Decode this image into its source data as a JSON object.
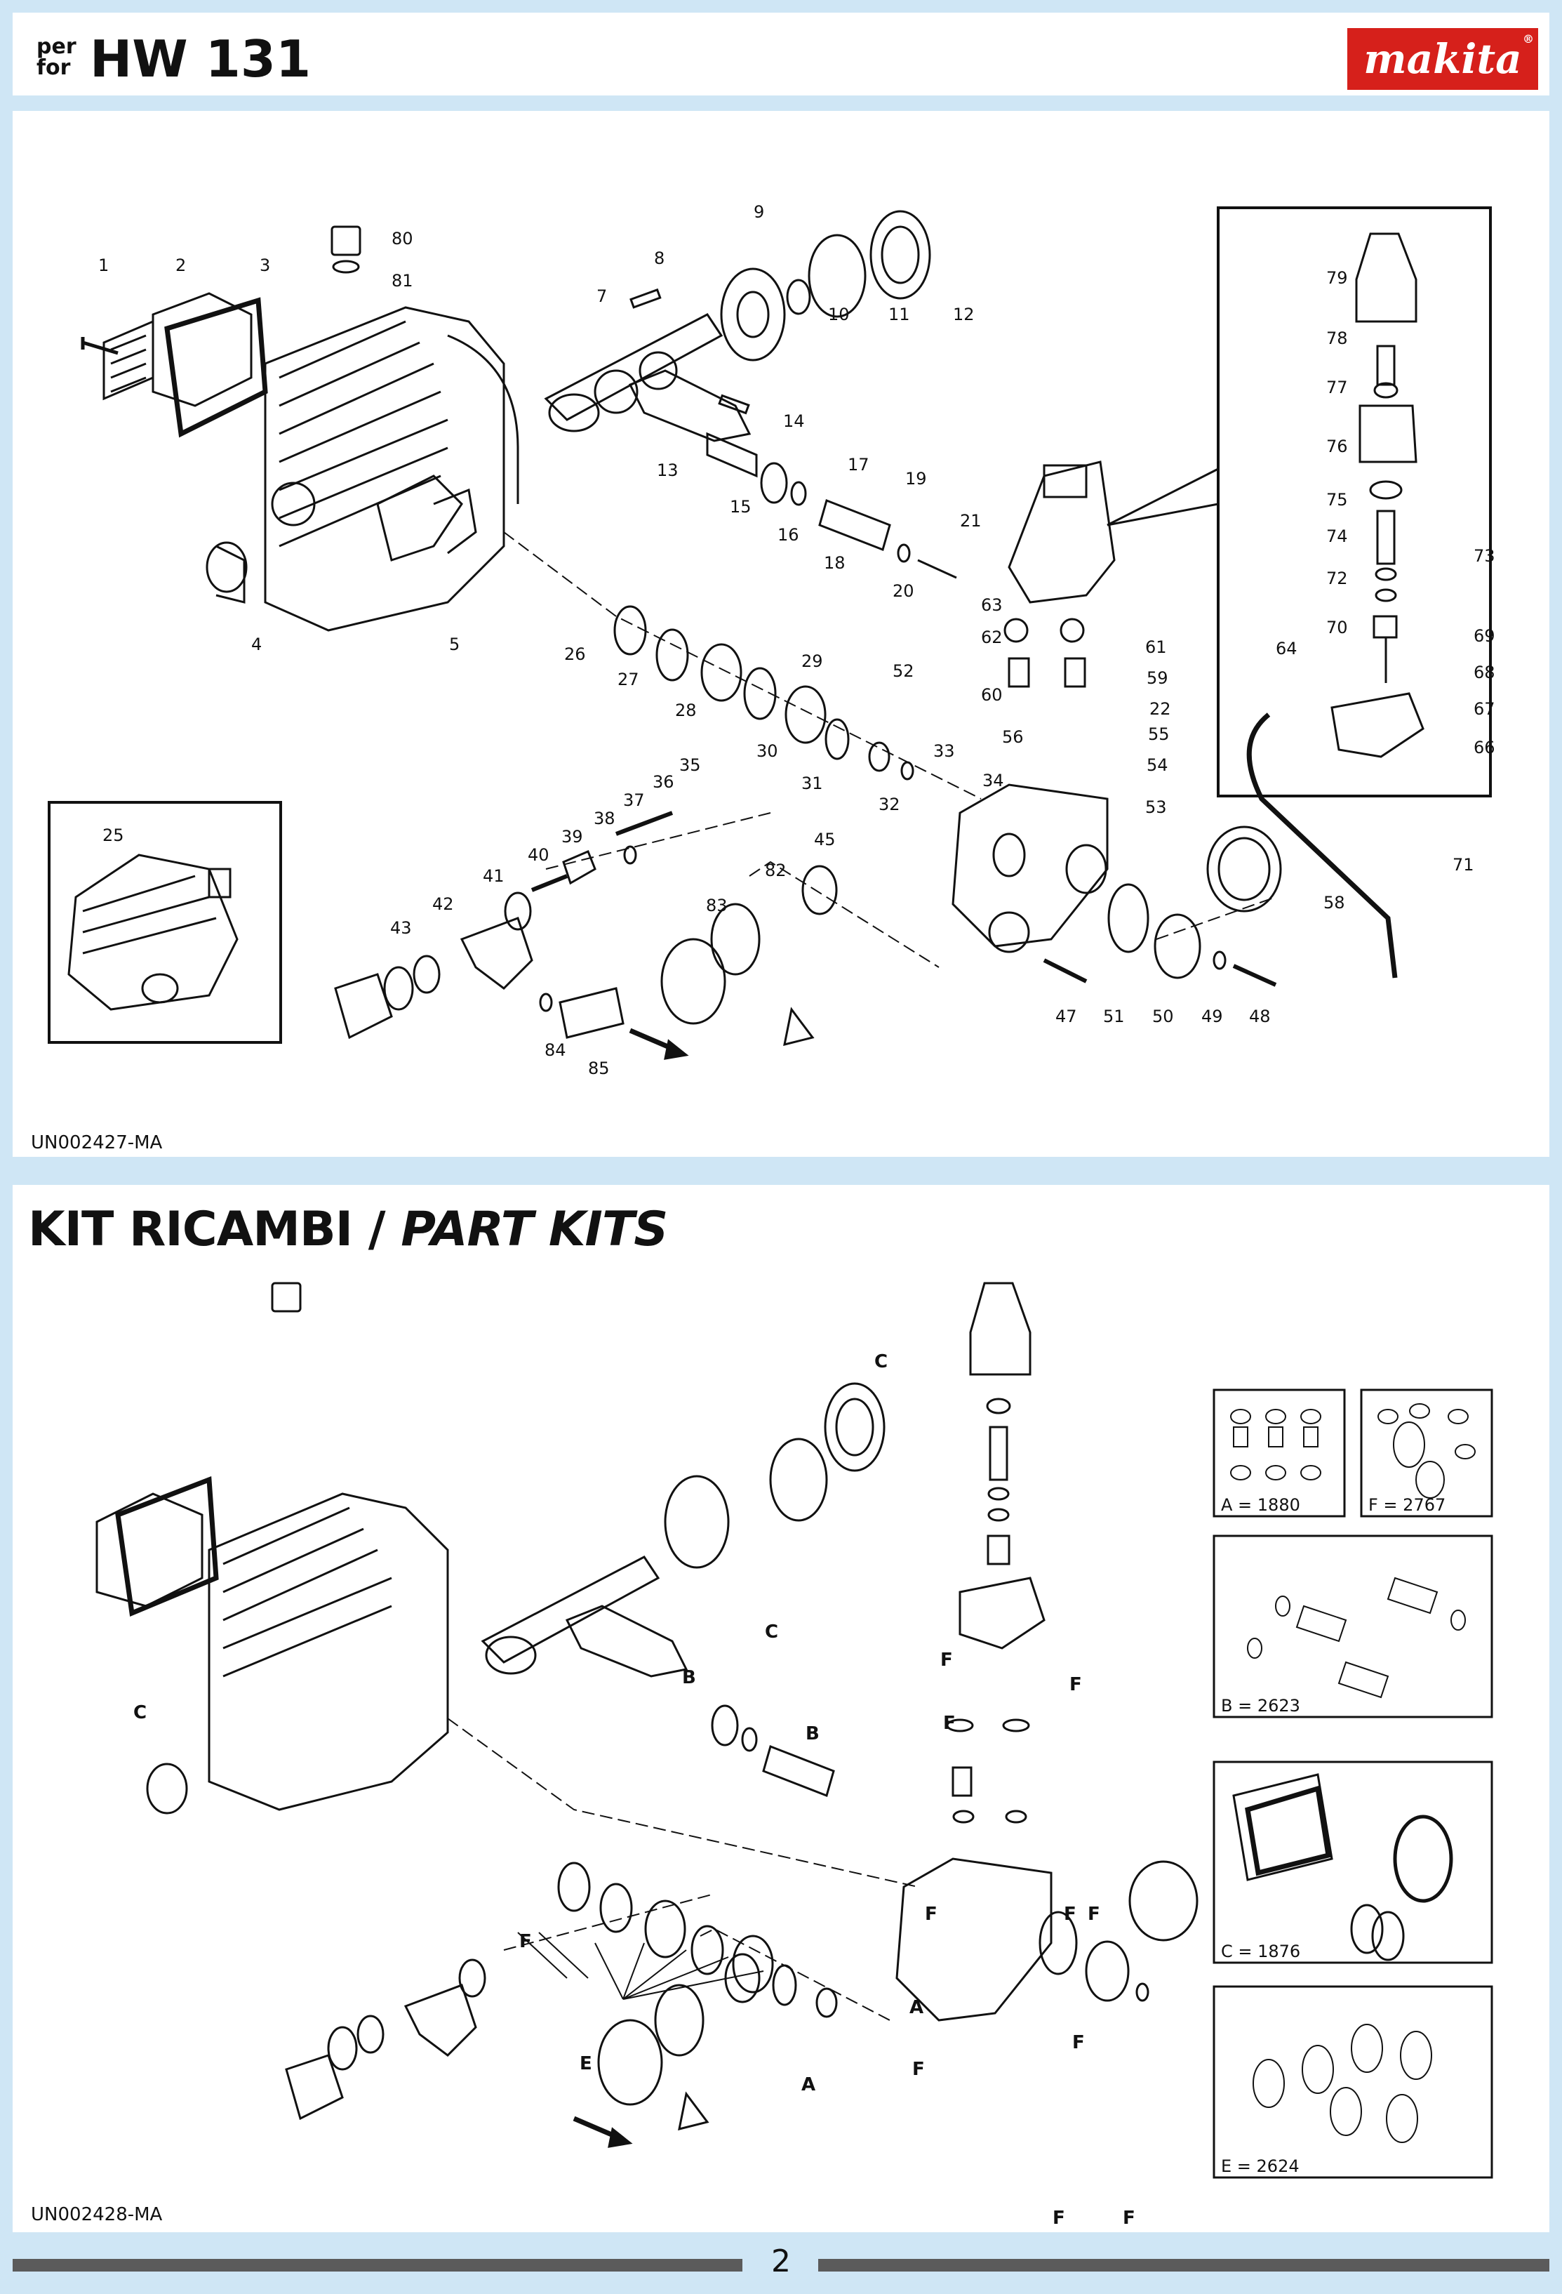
{
  "header": {
    "per": "per",
    "for": "for",
    "model": "HW 131",
    "brand": "makita"
  },
  "exploded_view": {
    "code": "UN002427-MA",
    "part_numbers": [
      "1",
      "2",
      "3",
      "4",
      "5",
      "7",
      "8",
      "9",
      "10",
      "11",
      "12",
      "13",
      "14",
      "15",
      "16",
      "17",
      "18",
      "19",
      "20",
      "21",
      "22",
      "25",
      "26",
      "27",
      "28",
      "29",
      "30",
      "31",
      "32",
      "33",
      "34",
      "35",
      "36",
      "37",
      "38",
      "39",
      "40",
      "41",
      "42",
      "43",
      "45",
      "47",
      "48",
      "49",
      "50",
      "51",
      "52",
      "53",
      "54",
      "55",
      "56",
      "58",
      "59",
      "60",
      "61",
      "62",
      "63",
      "64",
      "66",
      "67",
      "68",
      "69",
      "70",
      "71",
      "72",
      "73",
      "74",
      "75",
      "76",
      "77",
      "78",
      "79",
      "80",
      "81",
      "82",
      "83",
      "84",
      "85"
    ]
  },
  "part_kits": {
    "title_it": "KIT RICAMBI /",
    "title_en": "PART KITS",
    "code": "UN002428-MA",
    "callout_letters": [
      "A",
      "B",
      "C",
      "E",
      "F"
    ],
    "kits": [
      {
        "letter": "A",
        "number": "1880",
        "label": "A = 1880"
      },
      {
        "letter": "F",
        "number": "2767",
        "label": "F = 2767"
      },
      {
        "letter": "B",
        "number": "2623",
        "label": "B = 2623"
      },
      {
        "letter": "C",
        "number": "1876",
        "label": "C = 1876"
      },
      {
        "letter": "E",
        "number": "2624",
        "label": "E = 2624"
      }
    ]
  },
  "page_number": "2",
  "colors": {
    "background": "#cfe6f5",
    "brand_red": "#d6201b",
    "footer_bar": "#5b5b5b"
  }
}
